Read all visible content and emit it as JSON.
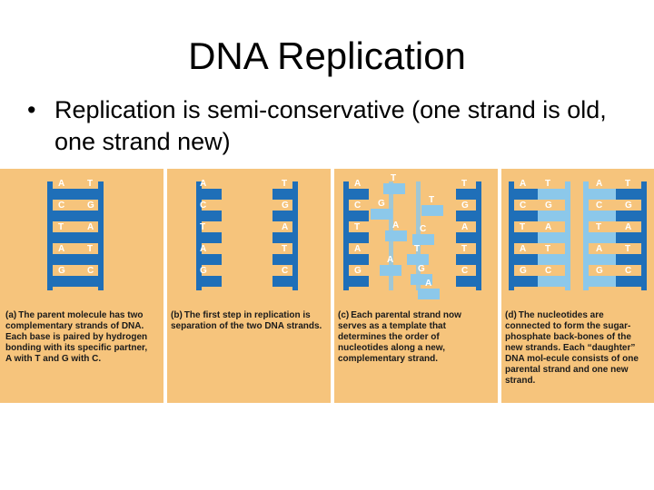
{
  "slide": {
    "title": "DNA Replication",
    "bullet_symbol": "•",
    "bullet": "Replication is semi-conservative (one strand is old, one strand new)"
  },
  "figure": {
    "colors": {
      "background": "#f6c47c",
      "old_strand": "#1f6fb8",
      "new_strand": "#8cc8ea",
      "template_bg": "#ffd9a0"
    },
    "panels": [
      {
        "label": "(a)",
        "caption": "The parent molecule has two complementary strands of DNA. Each base is paired by hydrogen bonding with its specific partner, A with T and G with C.",
        "left_bases": [
          "A",
          "C",
          "T",
          "A",
          "G"
        ],
        "right_bases": [
          "T",
          "G",
          "A",
          "T",
          "C"
        ]
      },
      {
        "label": "(b)",
        "caption": "The first step in replication is separation of the two DNA strands.",
        "left_bases": [
          "A",
          "C",
          "T",
          "A",
          "G"
        ],
        "right_bases": [
          "T",
          "G",
          "A",
          "T",
          "C"
        ]
      },
      {
        "label": "(c)",
        "caption": "Each parental strand now serves as a template that determines the order of nucleotides along a new, complementary strand.",
        "left_bases": [
          "A",
          "C",
          "T",
          "A",
          "G"
        ],
        "right_bases": [
          "T",
          "G",
          "A",
          "T",
          "C"
        ],
        "free_nucleotides": [
          "T",
          "G",
          "A",
          "C",
          "T",
          "A",
          "G",
          "A",
          "T"
        ]
      },
      {
        "label": "(d)",
        "caption": "The nucleotides are connected to form the sugar-phosphate back-bones of the new strands. Each “daughter” DNA mol-ecule consists of one parental strand and one new strand.",
        "left_bases": [
          "A",
          "C",
          "T",
          "A",
          "G"
        ],
        "right_bases": [
          "T",
          "G",
          "A",
          "T",
          "C"
        ]
      }
    ]
  }
}
